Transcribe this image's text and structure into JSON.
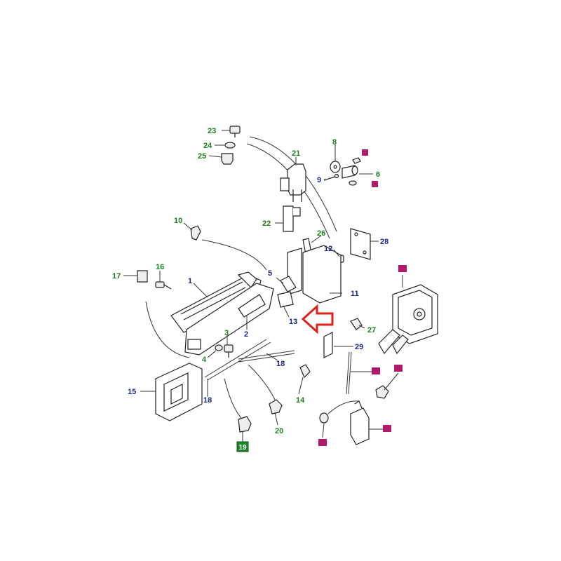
{
  "colors": {
    "label_green": "#1a7f1a",
    "label_blue": "#1a2a8c",
    "badge_magenta": "#b01a6a",
    "badge_green": "#1a8a2a",
    "arrow_red": "#e0201a",
    "line": "#333333"
  },
  "labels": {
    "l1": "1",
    "l2": "2",
    "l3": "3",
    "l4": "4",
    "l5": "5",
    "l6": "6",
    "l8": "8",
    "l9": "9",
    "l10": "10",
    "l11": "11",
    "l12": "12",
    "l13": "13",
    "l14": "14",
    "l15": "15",
    "l16": "16",
    "l17": "17",
    "l18a": "18",
    "l18b": "18",
    "l20": "20",
    "l21": "21",
    "l22": "22",
    "l23": "23",
    "l24": "24",
    "l25": "25",
    "l26": "26",
    "l27": "27",
    "l28": "28",
    "l29": "29",
    "l19": "19"
  },
  "icons": {
    "badge": "magenta-square-badge-icon",
    "pointer": "red-outline-arrow-icon"
  }
}
